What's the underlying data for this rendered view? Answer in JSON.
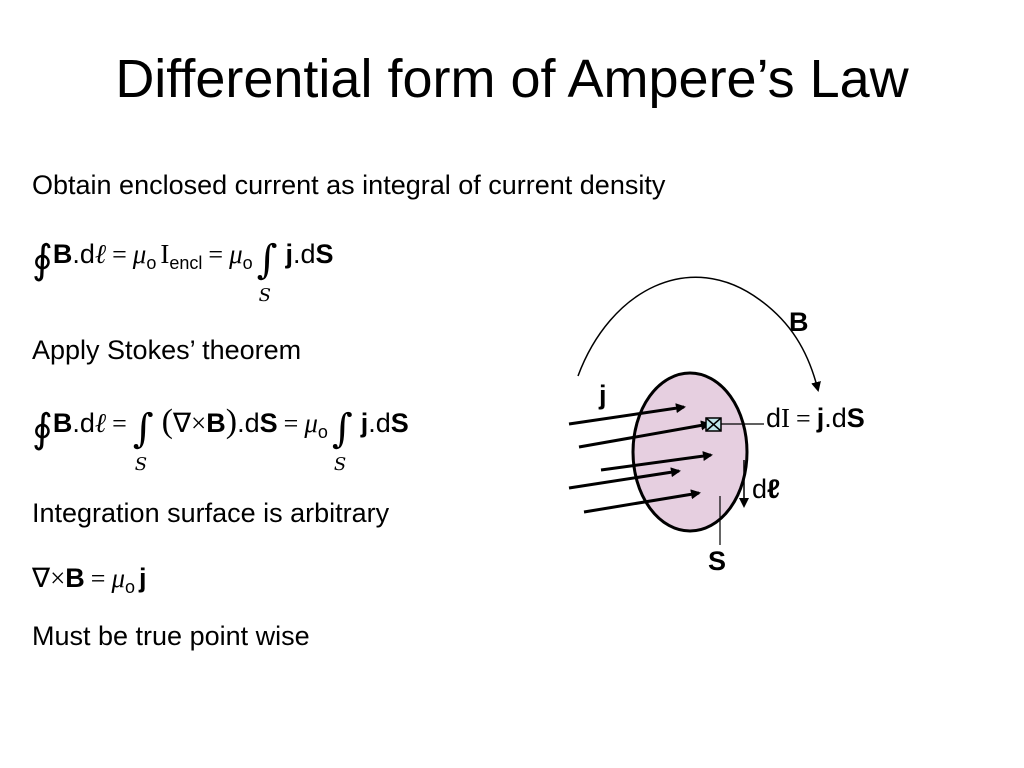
{
  "slide": {
    "title": "Differential form of Ampere’s Law",
    "lines": {
      "l1": "Obtain enclosed current as integral of current density",
      "l2": "Apply Stokes’ theorem",
      "l3": "Integration surface is arbitrary",
      "l4": "Must be true point wise"
    },
    "eq1": {
      "oint": "∮",
      "B": "B",
      "dot_d": ".d",
      "ell": "ℓ",
      "eq": "=",
      "mu": "μ",
      "o": "o",
      "I": "I",
      "encl": "encl",
      "int": "∫",
      "S_lim": "S",
      "j": "j",
      "dot_dS": ".d",
      "S": "S"
    },
    "eq2": {
      "oint": "∮",
      "B": "B",
      "dot_d": ".d",
      "ell": "ℓ",
      "eq": "=",
      "int": "∫",
      "S_lim": "S",
      "lparen": "(",
      "nabla": "∇",
      "times": "×",
      "rparen": ")",
      "dot_dS": ".d",
      "S": "S",
      "mu": "μ",
      "o": "o",
      "j": "j"
    },
    "eq3": {
      "nabla": "∇",
      "times": "×",
      "B": "B",
      "eq": "=",
      "mu": "μ",
      "o": "o",
      "j": "j"
    }
  },
  "diagram": {
    "label_B": "B",
    "label_j": "j",
    "label_dI_d": "d",
    "label_dI_I": "I",
    "label_dI_eq": "=",
    "label_dI_j": "j",
    "label_dI_dot_d": ".d",
    "label_dI_S": "S",
    "label_dl_d": "d",
    "label_dl_ell": "ℓ",
    "label_S": "S",
    "colors": {
      "surface_fill": "#e6cfe0",
      "element_fill": "#bfe6ea"
    }
  }
}
